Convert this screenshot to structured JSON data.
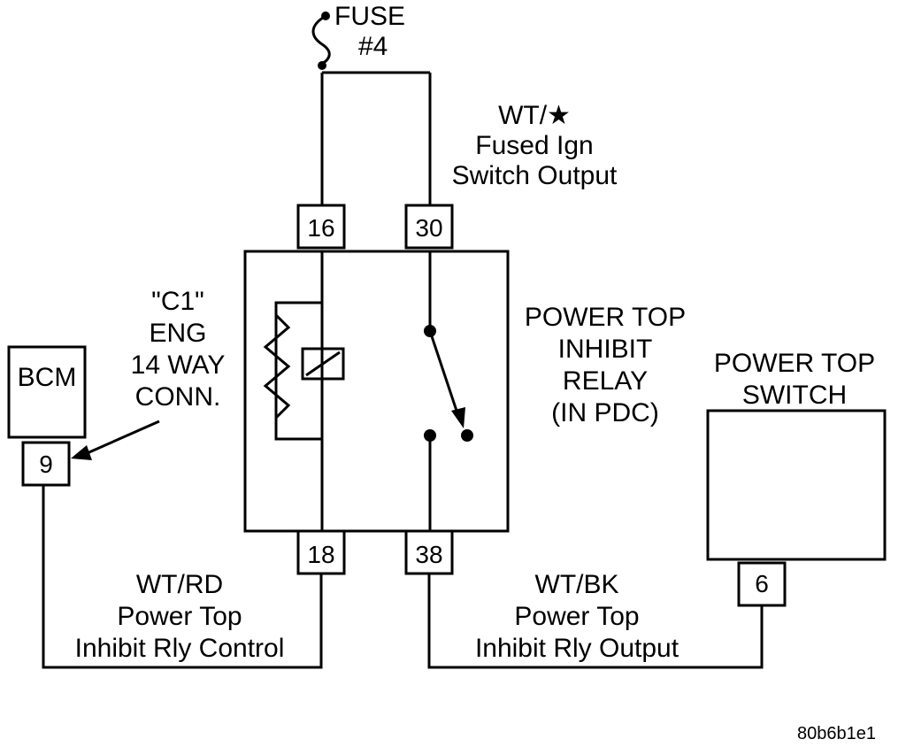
{
  "fuse": {
    "line1": "FUSE",
    "line2": "#4"
  },
  "wire_top": {
    "line1": "WT/★",
    "line2": "Fused Ign",
    "line3": "Switch Output"
  },
  "relay": {
    "line1": "POWER TOP",
    "line2": "INHIBIT",
    "line3": "RELAY",
    "line4": "(IN PDC)",
    "pins": {
      "p16": "16",
      "p30": "30",
      "p18": "18",
      "p38": "38"
    }
  },
  "connector": {
    "line1": "\"C1\"",
    "line2": "ENG",
    "line3": "14 WAY",
    "line4": "CONN."
  },
  "bcm": {
    "label": "BCM",
    "pin": "9"
  },
  "switch": {
    "line1": "POWER TOP",
    "line2": "SWITCH",
    "pin": "6"
  },
  "wire_left": {
    "line1": "WT/RD",
    "line2": "Power Top",
    "line3": "Inhibit Rly Control"
  },
  "wire_right": {
    "line1": "WT/BK",
    "line2": "Power Top",
    "line3": "Inhibit Rly Output"
  },
  "figure_id": "80b6b1e1"
}
